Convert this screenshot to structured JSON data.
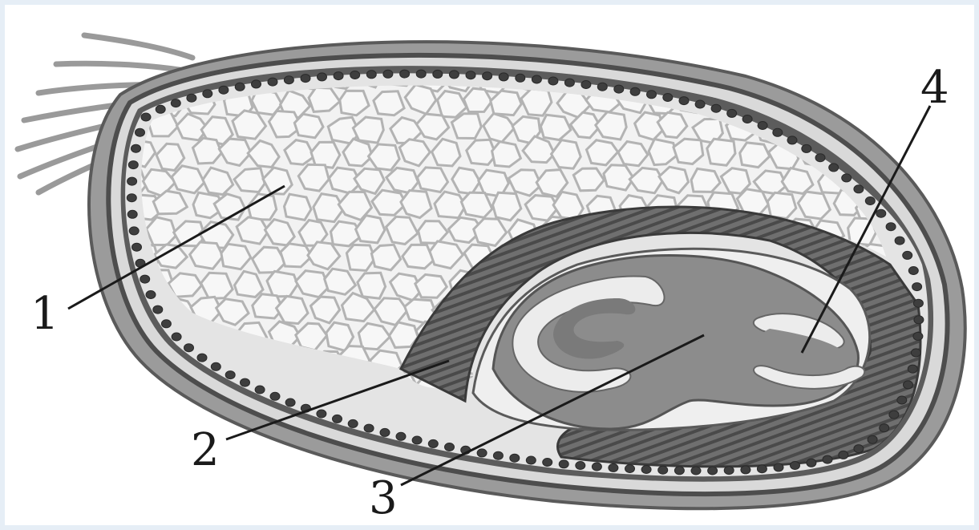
{
  "figure": {
    "background": "#e6eef6",
    "callouts": [
      {
        "id": "1",
        "text": "1"
      },
      {
        "id": "2",
        "text": "2"
      },
      {
        "id": "3",
        "text": "3"
      },
      {
        "id": "4",
        "text": "4"
      }
    ],
    "colors": {
      "seed_coat": "#8f8f8f",
      "aleurone_beads": "#3e3e3e",
      "endosperm": "#f2f2f2",
      "endosperm_cell_walls": "#b3b3b3",
      "scutellum": "#6f6f6f",
      "embryo": "#8c8c8c",
      "embryo_highlight": "#e9e9e9"
    }
  }
}
